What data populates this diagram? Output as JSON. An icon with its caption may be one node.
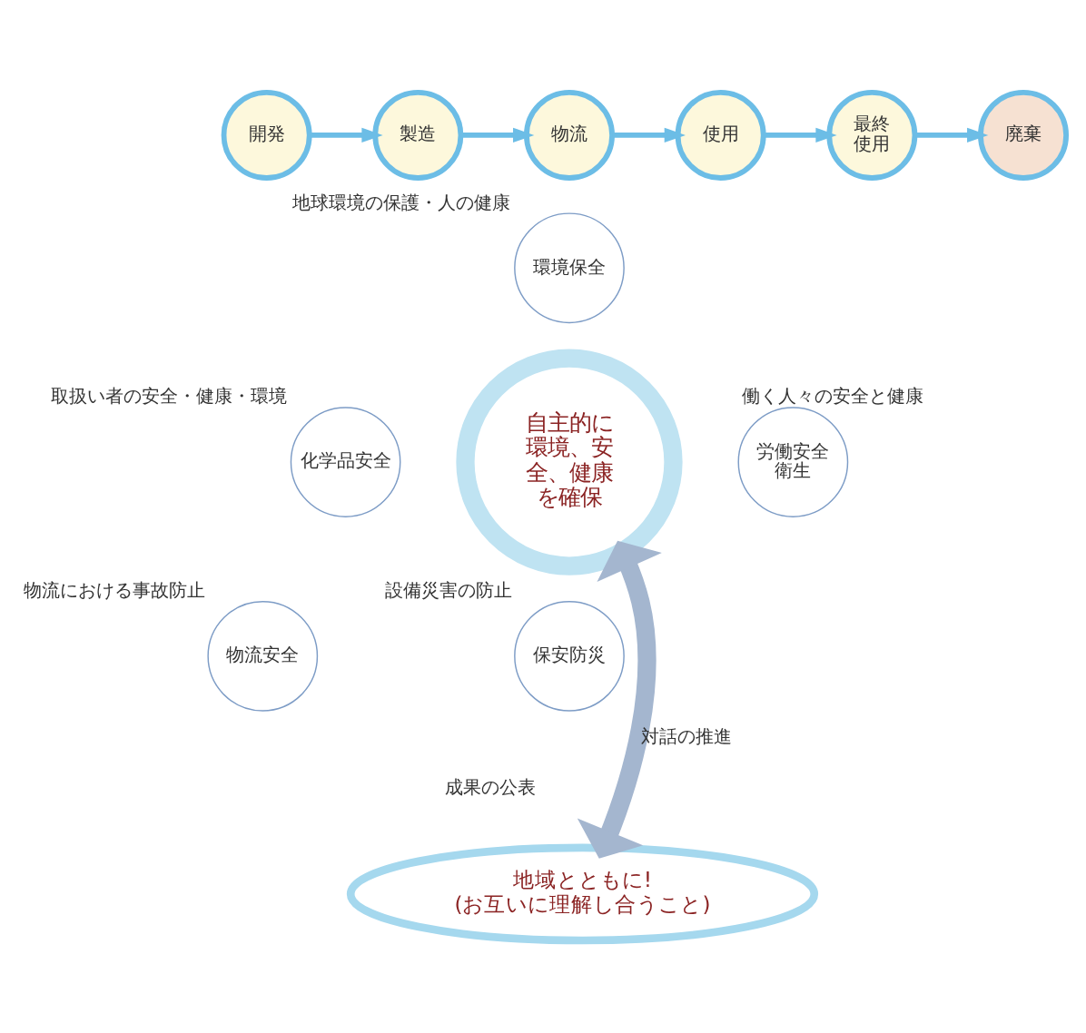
{
  "diagram": {
    "nodes": [
      {
        "text": [
          "開発"
        ]
      },
      {
        "text": [
          "製造"
        ]
      },
      {
        "text": [
          "物流"
        ]
      },
      {
        "text": [
          "使用"
        ]
      },
      {
        "text": [
          "最終使用"
        ]
      },
      {
        "text": [
          "廃棄"
        ]
      },
      {
        "text": [
          "自主的に環境、安全、健康を確保"
        ]
      },
      {
        "text": [
          "環境保全"
        ],
        "beside": [
          "地球環境の保護・人の健康"
        ]
      },
      {
        "text": [
          "化学品安全"
        ],
        "beside": [
          "取扱い者の安全・健康・環境"
        ]
      },
      {
        "text": [
          "労働安全衛生"
        ],
        "beside": [
          "働く人々の安全と健康"
        ]
      },
      {
        "text": [
          "物流安全"
        ],
        "beside": [
          "物流における事故防止"
        ]
      },
      {
        "text": [
          "保安防災"
        ],
        "beside": [
          "設備災害の防止"
        ]
      },
      {
        "text": [
          "地域とともに!",
          "(お互いに理解し合うこと)"
        ]
      }
    ],
    "edges": [
      {
        "from": 0,
        "to": 1,
        "arrow": "to"
      },
      {
        "from": 1,
        "to": 2,
        "arrow": "to"
      },
      {
        "from": 2,
        "to": 3,
        "arrow": "to"
      },
      {
        "from": 3,
        "to": 4,
        "arrow": "to"
      },
      {
        "from": 4,
        "to": 5,
        "arrow": "to"
      },
      {
        "from": 6,
        "to": 12,
        "arrow": "both",
        "label": "対話の推進",
        "style": "thick",
        "color": "#a4b6cf"
      }
    ],
    "labels": [
      "成果の公表"
    ]
  }
}
